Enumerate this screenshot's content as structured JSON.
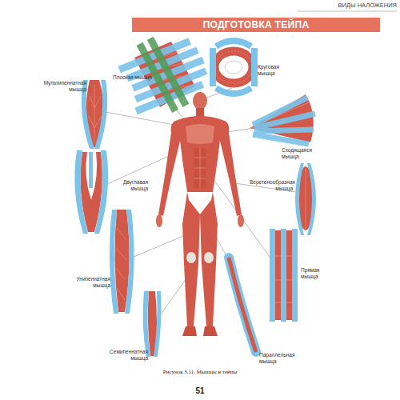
{
  "diagram": {
    "title": "ПОДГОТОВКА ТЕЙПА",
    "caption": "Рисунок 3.11. Мышцы и тейпы",
    "labels": [
      "ВИДЫ НАЛОЖЕНИЯ",
      "Плоская мышца",
      "Круговая мышца",
      "Мультипеннатная мышца",
      "Сходящаяся мышца",
      "Двуглавая мышца",
      "Веретенообразная мышца",
      "Унипеннатная мышца",
      "Прямая мышца",
      "Семипеннатная мышца",
      "Параллельная мышца",
      "51"
    ]
  }
}
